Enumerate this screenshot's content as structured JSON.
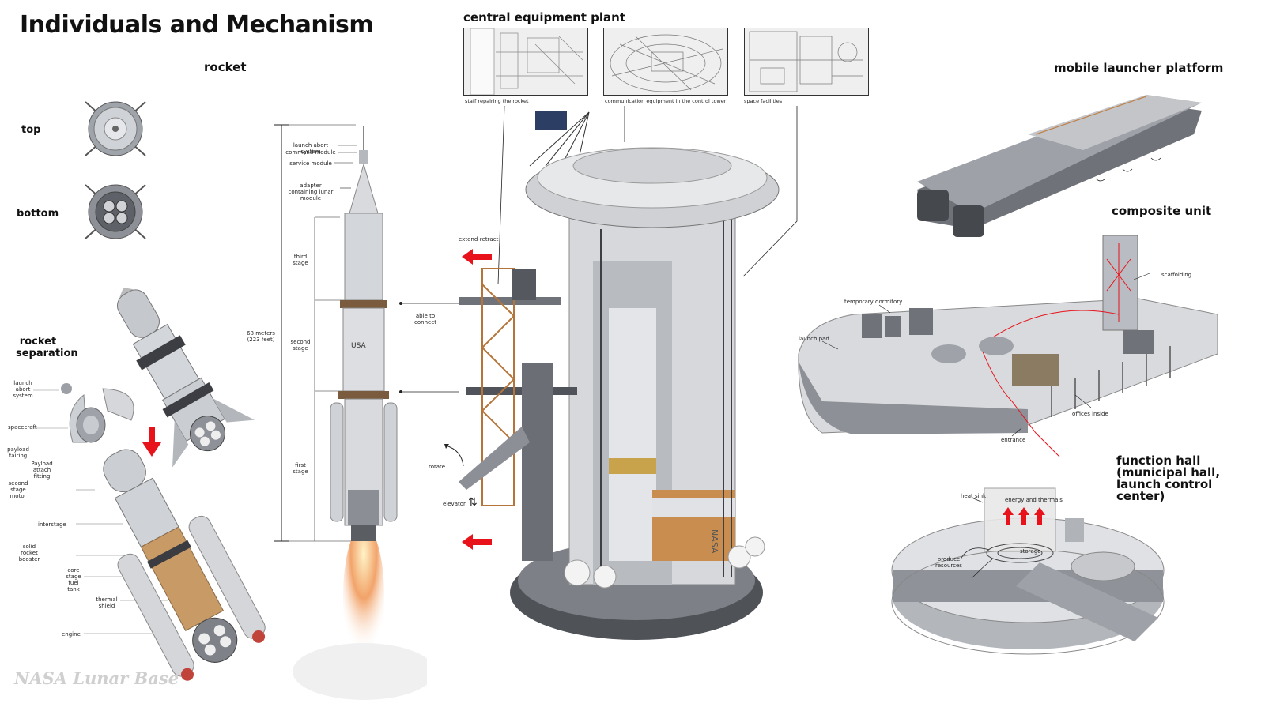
{
  "title": "Individuals and Mechanism",
  "rocket": {
    "heading": "rocket",
    "top_label": "top",
    "bottom_label": "bottom",
    "separation_heading": "rocket separation",
    "separation_labels": [
      "launch abort system",
      "spacecraft",
      "payload fairing",
      "Payload attach fitting",
      "second stage motor",
      "interstage",
      "solid rocket booster",
      "core stage fuel tank",
      "thermal shield",
      "engine"
    ],
    "stack_labels": {
      "launch_abort": "launch abort system",
      "command_module": "command module",
      "service_module": "service module",
      "adapter": "adapter containing lunar module",
      "third_stage": "third stage",
      "second_stage": "second stage",
      "first_stage": "first stage",
      "height": "68 meters (223 feet)"
    },
    "body_text": "USA"
  },
  "plant": {
    "heading": "central equipment plant",
    "panels": [
      "staff repairing the rocket",
      "communication equipment in the control tower",
      "space facilities"
    ],
    "labels": {
      "extend_retract": "extend-retract",
      "able_to_connect": "able to connect",
      "rotate": "rotate",
      "elevator": "elevator"
    },
    "tower_text": "NASA"
  },
  "platform": {
    "heading": "mobile launcher platform"
  },
  "composite": {
    "heading": "composite unit",
    "labels": {
      "temporary_dormitory": "temporary dormitory",
      "scaffolding": "scaffolding",
      "launch_pad": "launch pad",
      "offices_inside": "offices inside",
      "entrance": "entrance"
    }
  },
  "hall": {
    "heading": "function hall (municipal hall, launch control center)",
    "labels": {
      "heat_sink": "heat sink",
      "energy": "energy and thermals",
      "storage": "storage",
      "produce": "produce resources"
    }
  },
  "watermark": "NASA Lunar Base",
  "colors": {
    "arrow_red": "#e8121a",
    "metal": "#b9bcc2",
    "dark_metal": "#4b4e55",
    "orange": "#c88a45",
    "scaffold": "#b5753a"
  }
}
